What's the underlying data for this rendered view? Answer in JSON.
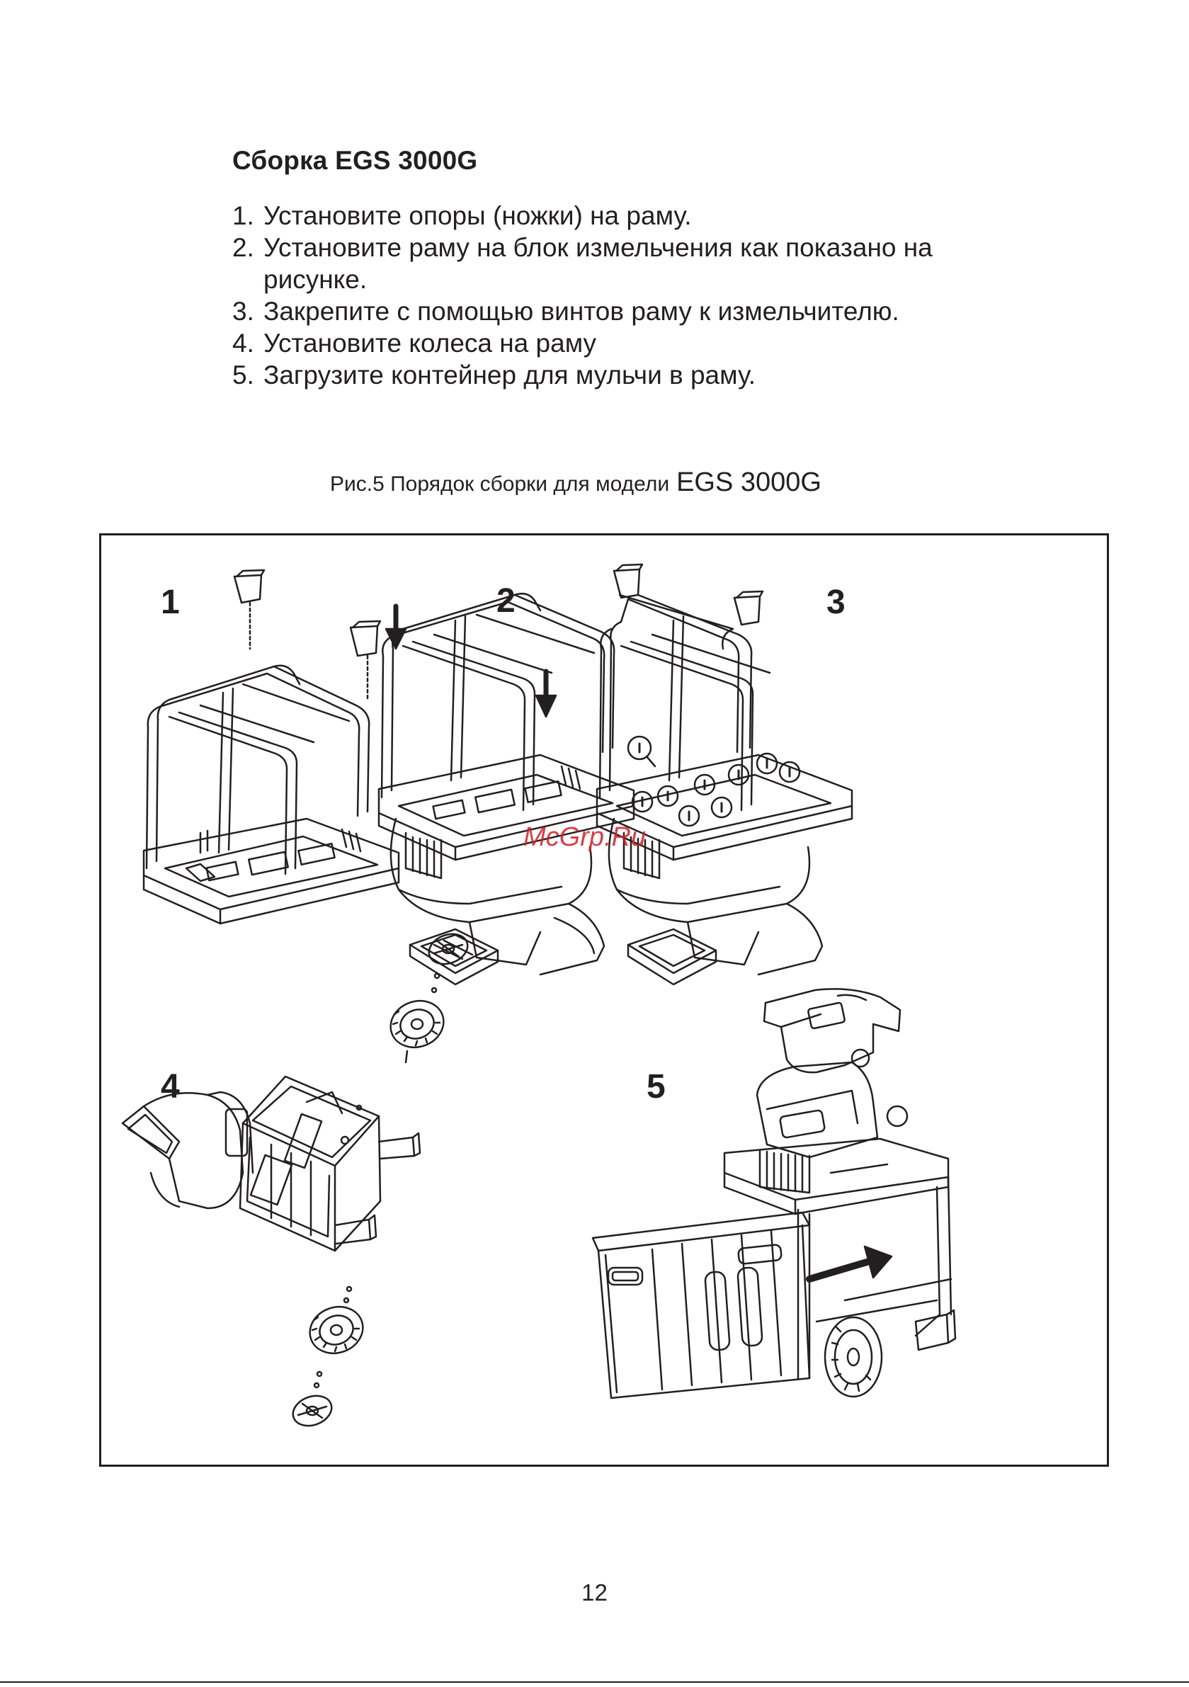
{
  "section": {
    "title": "Сборка  EGS 3000G",
    "steps": [
      {
        "num": "1.",
        "text": "Установите опоры (ножки) на раму."
      },
      {
        "num": "2.",
        "text": "Установите раму на блок измельчения как показано на рисунке."
      },
      {
        "num": "3.",
        "text": "Закрепите с помощью винтов раму к измельчителю."
      },
      {
        "num": "4.",
        "text": "Установите колеса на раму"
      },
      {
        "num": "5.",
        "text": "Загрузите контейнер для мульчи в раму."
      }
    ]
  },
  "figure": {
    "caption": "Рис.5   Порядок сборки для модели",
    "caption_model": "EGS 3000G",
    "step_labels": [
      "1",
      "2",
      "3",
      "4",
      "5"
    ],
    "watermark": "McGrp.Ru"
  },
  "page_number": "12"
}
